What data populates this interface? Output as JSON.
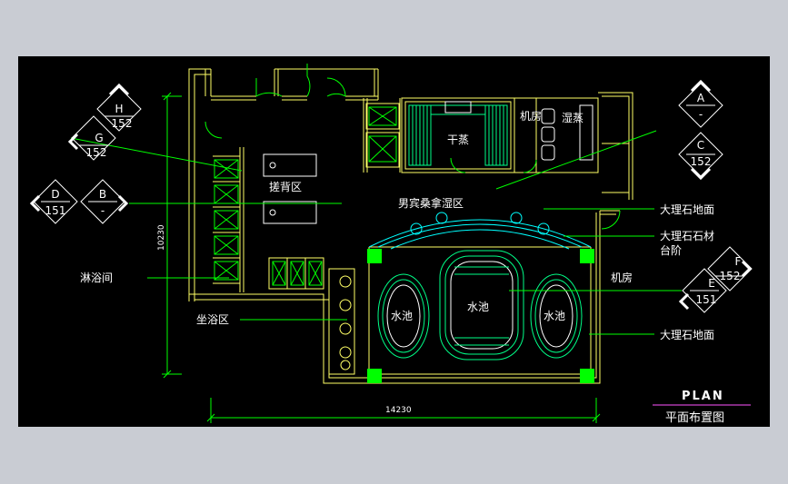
{
  "rooms": {
    "dry_sauna": "干蒸",
    "machine_room_top": "机房",
    "wet_sauna": "湿蒸",
    "back_scrub": "搓背区",
    "lounge": "男宾桑拿湿区",
    "machine_room_right": "机房",
    "shower": "淋浴间",
    "seated_bath": "坐浴区",
    "pool_left": "水池",
    "pool_center": "水池",
    "pool_right": "水池"
  },
  "materials": {
    "marble_floor_1": "大理石地面",
    "marble_step_1": "大理石石材",
    "marble_step_2": "台阶",
    "marble_floor_2": "大理石地面"
  },
  "section_tags": {
    "h": {
      "letter": "H",
      "num": "152"
    },
    "g": {
      "letter": "G",
      "num": "152"
    },
    "d": {
      "letter": "D",
      "num": "151"
    },
    "b": {
      "letter": "B",
      "num": "-"
    },
    "a": {
      "letter": "A",
      "num": "-"
    },
    "c": {
      "letter": "C",
      "num": "152"
    },
    "f": {
      "letter": "F",
      "num": "152"
    },
    "e": {
      "letter": "E",
      "num": "151"
    }
  },
  "dimensions": {
    "vertical": "10230",
    "horizontal": "14230"
  },
  "title": {
    "en": "PLAN",
    "cn": "平面布置图"
  },
  "colors": {
    "wall": "#ffff66",
    "dim_line": "#00ff00",
    "fixture": "#00ffff",
    "leader": "#00ff00",
    "column": "#00ff00"
  }
}
